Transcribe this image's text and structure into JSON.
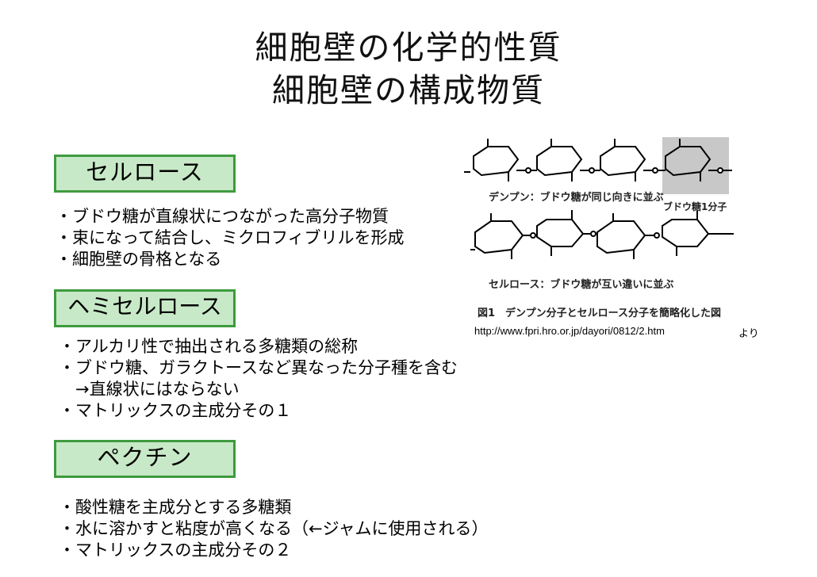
{
  "titles": {
    "line1": "細胞壁の化学的性質",
    "line2": "細胞壁の構成物質"
  },
  "sections": {
    "cellulose": {
      "label": "セルロース",
      "lines": [
        "・ブドウ糖が直線状につながった高分子物質",
        "・束になって結合し、ミクロフィブリルを形成",
        "・細胞壁の骨格となる"
      ]
    },
    "hemicellulose": {
      "label": "ヘミセルロース",
      "lines": [
        "・アルカリ性で抽出される多糖類の総称",
        "・ブドウ糖、ガラクトースなど異なった分子種を含む",
        "　→直線状にはならない",
        "・マトリックスの主成分その１"
      ]
    },
    "pectin": {
      "label": "ペクチン",
      "lines": [
        "・酸性糖を主成分とする多糖類",
        "・水に溶かすと粘度が高くなる（←ジャムに使用される）",
        "・マトリックスの主成分その２"
      ]
    }
  },
  "figure": {
    "caption_starch": "デンプン：ブドウ糖が同じ向きに並ぶ",
    "caption_unit": "ブドウ糖1分子",
    "caption_cellulose": "セルロース：ブドウ糖が互い違いに並ぶ",
    "caption_figure": "図1　デンプン分子とセルロース分子を簡略化した図",
    "source_url": "http://www.fpri.hro.or.jp/dayori/0812/2.htm",
    "source_suffix": "より"
  },
  "colors": {
    "label_border": "#3e9a3e",
    "label_fill": "#c7e9c7",
    "highlight": "#c8c8c8"
  }
}
